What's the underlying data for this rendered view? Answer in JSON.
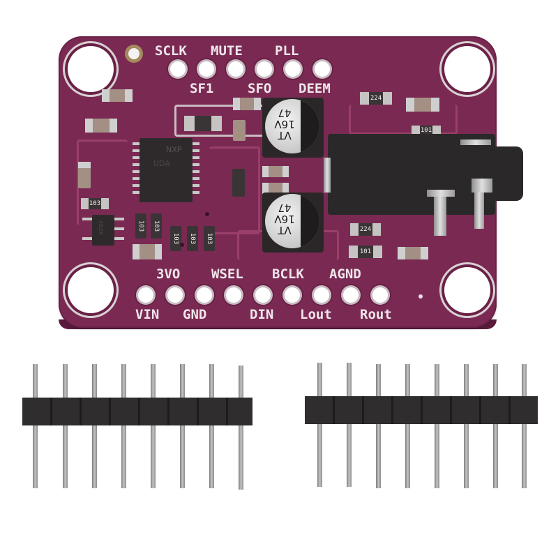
{
  "scene": {
    "subject": "UDA1334A I2S stereo DAC breakout board with two 8-pin male headers",
    "background_color": "#ffffff",
    "pcb_color": "#7a2a52",
    "silkscreen_color": "#efe6ea"
  },
  "board": {
    "top_labels_upper": [
      "SCLK",
      "MUTE",
      "PLL"
    ],
    "top_labels_lower": [
      "SF1",
      "SFO",
      "DEEM"
    ],
    "top_pad_count": 6,
    "bottom_labels_upper": [
      "3VO",
      "WSEL",
      "BCLK",
      "AGND"
    ],
    "bottom_labels_lower": [
      "VIN",
      "GND",
      "DIN",
      "Lout",
      "Rout"
    ],
    "bottom_pad_count": 9,
    "chip": {
      "brand": "NXP",
      "marking": "UDA"
    },
    "regulator_marking": "4B2K",
    "capacitors": [
      {
        "value": "47",
        "voltage": "16V",
        "series": "VT"
      },
      {
        "value": "47",
        "voltage": "16V",
        "series": "VT"
      }
    ],
    "resistor_markings": {
      "r1": "224",
      "r2": "224",
      "r3": "101",
      "r4": "101",
      "r5": "103",
      "r6": "103",
      "r7": "103",
      "r8": "103",
      "r9": "103",
      "r10": "103"
    },
    "audio_jack": "3.5mm stereo headphone jack"
  },
  "headers": [
    {
      "name": "left-pin-header",
      "pins": 8
    },
    {
      "name": "right-pin-header",
      "pins": 8
    }
  ]
}
